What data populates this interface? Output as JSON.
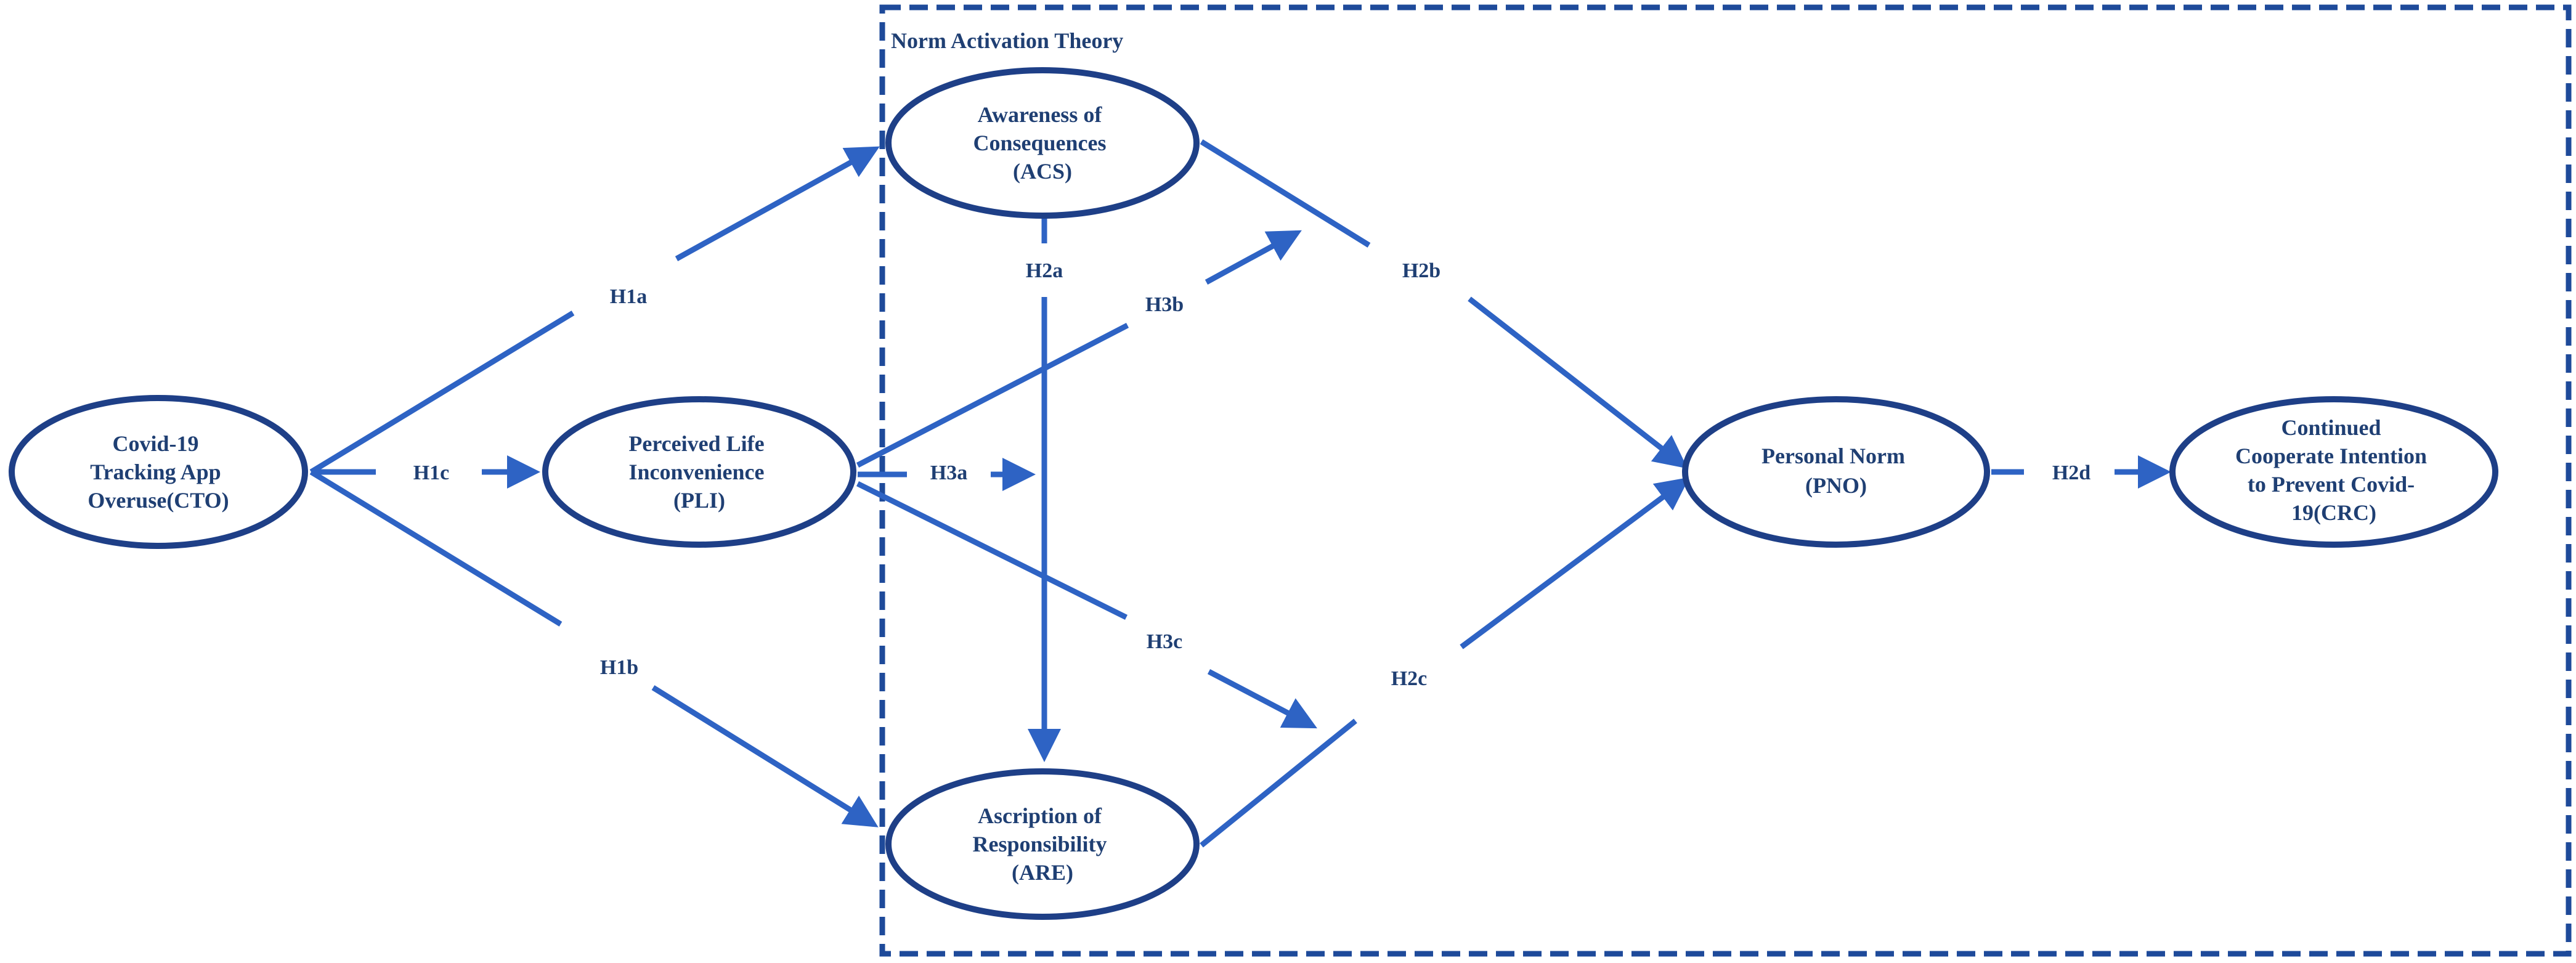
{
  "frame": {
    "title": "Norm Activation Theory"
  },
  "nodes": {
    "cto": {
      "lines": [
        "Covid-19",
        "Tracking App",
        "Overuse(CTO)"
      ]
    },
    "pli": {
      "lines": [
        "Perceived Life",
        "Inconvenience",
        "(PLI)"
      ]
    },
    "acs": {
      "lines": [
        "Awareness of",
        "Consequences",
        "(ACS)"
      ]
    },
    "are": {
      "lines": [
        "Ascription of",
        "Responsibility",
        "(ARE)"
      ]
    },
    "pno": {
      "lines": [
        "Personal Norm",
        "(PNO)"
      ]
    },
    "crc": {
      "lines": [
        "Continued",
        "Cooperate Intention",
        "to Prevent Covid-",
        "19(CRC)"
      ]
    }
  },
  "hypotheses": {
    "h1a": "H1a",
    "h1b": "H1b",
    "h1c": "H1c",
    "h2a": "H2a",
    "h2b": "H2b",
    "h2c": "H2c",
    "h2d": "H2d",
    "h3a": "H3a",
    "h3b": "H3b",
    "h3c": "H3c"
  },
  "colors": {
    "arrow": "#2e63c4",
    "ellipse_stroke": "#1e3f87",
    "frame": "#1e4a9a",
    "text": "#1f3f73"
  }
}
